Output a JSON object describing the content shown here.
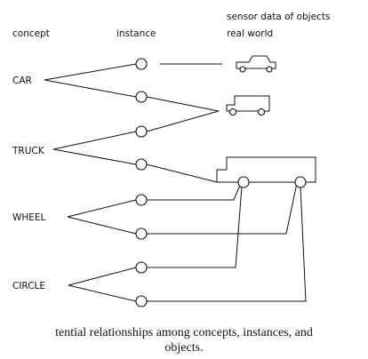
{
  "headers": {
    "concept": "concept",
    "instance": "instance",
    "sensor_line1": "sensor data of objects",
    "sensor_line2": "real world"
  },
  "concepts": [
    "CAR",
    "TRUCK",
    "WHEEL",
    "CIRCLE"
  ],
  "caption": {
    "line1": "tential relationships among concepts, instances, and",
    "line2": "objects."
  }
}
